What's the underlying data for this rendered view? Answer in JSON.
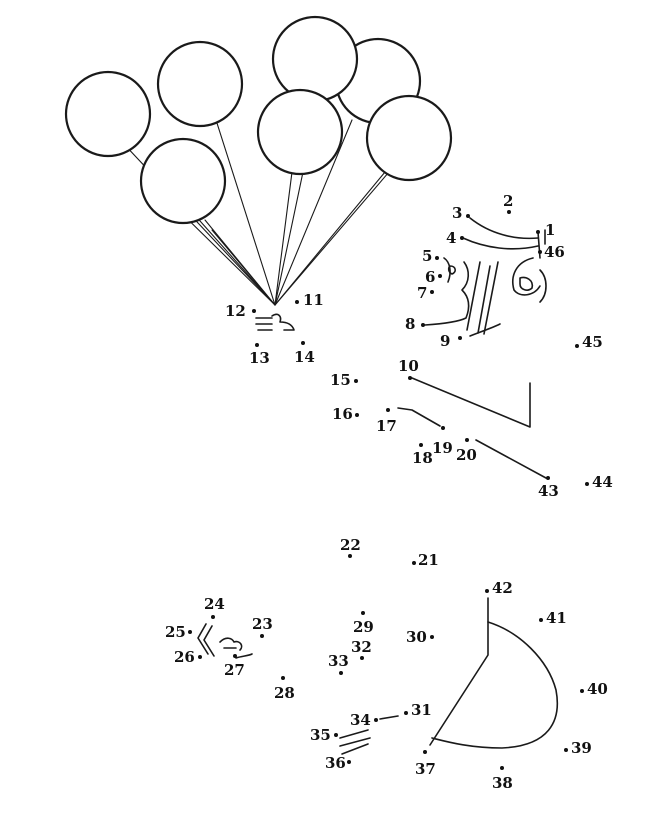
{
  "ink_color": "#1a1a1a",
  "background_color": "#ffffff",
  "dots": [
    {
      "label": "1"
    },
    {
      "label": "2"
    },
    {
      "label": "3"
    },
    {
      "label": "4"
    },
    {
      "label": "5"
    },
    {
      "label": "6"
    },
    {
      "label": "7"
    },
    {
      "label": "8"
    },
    {
      "label": "9"
    },
    {
      "label": "10"
    },
    {
      "label": "11"
    },
    {
      "label": "12"
    },
    {
      "label": "13"
    },
    {
      "label": "14"
    },
    {
      "label": "15"
    },
    {
      "label": "16"
    },
    {
      "label": "17"
    },
    {
      "label": "18"
    },
    {
      "label": "19"
    },
    {
      "label": "20"
    },
    {
      "label": "21"
    },
    {
      "label": "22"
    },
    {
      "label": "23"
    },
    {
      "label": "24"
    },
    {
      "label": "25"
    },
    {
      "label": "26"
    },
    {
      "label": "27"
    },
    {
      "label": "28"
    },
    {
      "label": "29"
    },
    {
      "label": "30"
    },
    {
      "label": "31"
    },
    {
      "label": "32"
    },
    {
      "label": "33"
    },
    {
      "label": "34"
    },
    {
      "label": "35"
    },
    {
      "label": "36"
    },
    {
      "label": "37"
    },
    {
      "label": "38"
    },
    {
      "label": "39"
    },
    {
      "label": "40"
    },
    {
      "label": "41"
    },
    {
      "label": "42"
    },
    {
      "label": "43"
    },
    {
      "label": "44"
    },
    {
      "label": "45"
    },
    {
      "label": "46"
    }
  ]
}
